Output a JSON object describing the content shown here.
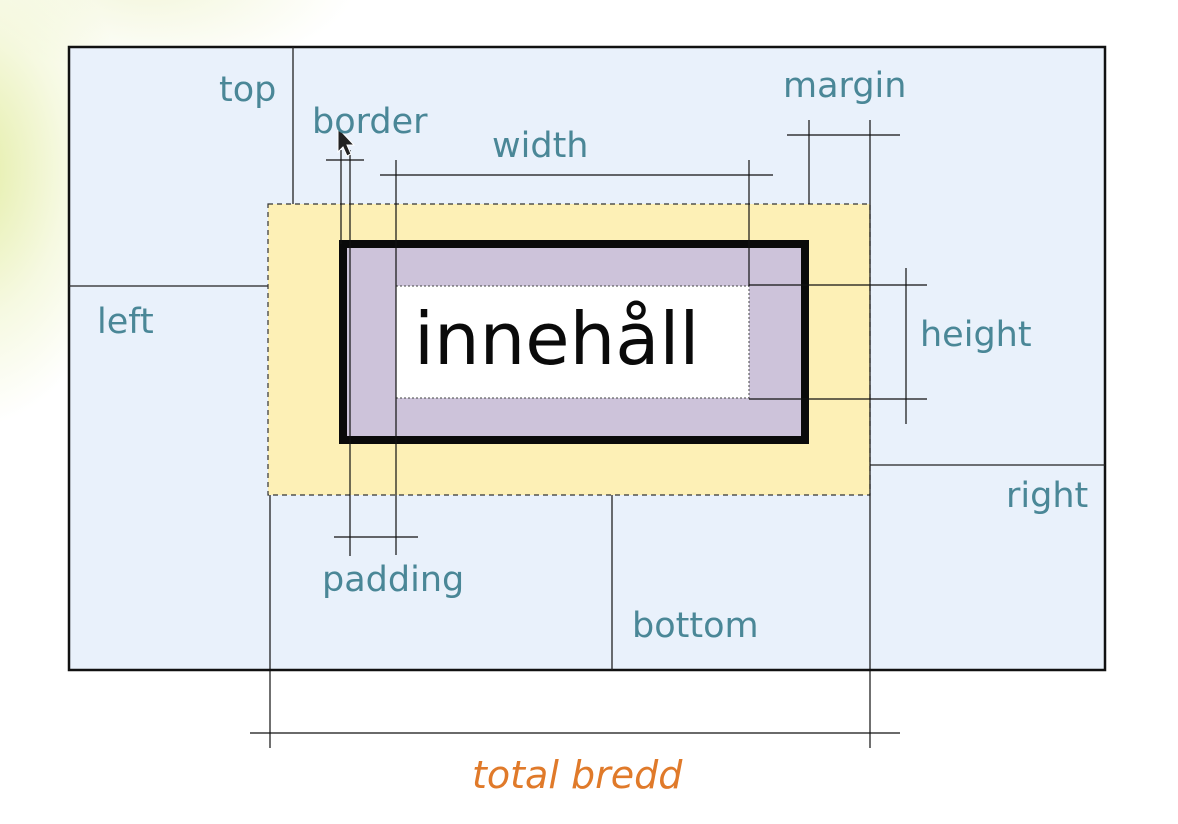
{
  "labels": {
    "top": "top",
    "left": "left",
    "right": "right",
    "bottom": "bottom",
    "border": "border",
    "padding": "padding",
    "margin": "margin",
    "width": "width",
    "height": "height",
    "content": "innehåll",
    "total_width": "total bredd"
  },
  "colors": {
    "outer_area": "#e9f1fb",
    "margin_area": "#fdf0b6",
    "padding_area": "#cdc3da",
    "content_area": "#ffffff",
    "label_text": "#4a8797",
    "total_width_text": "#e07a2a",
    "lines": "#000000"
  },
  "icons": [
    "mouse-pointer-icon"
  ]
}
